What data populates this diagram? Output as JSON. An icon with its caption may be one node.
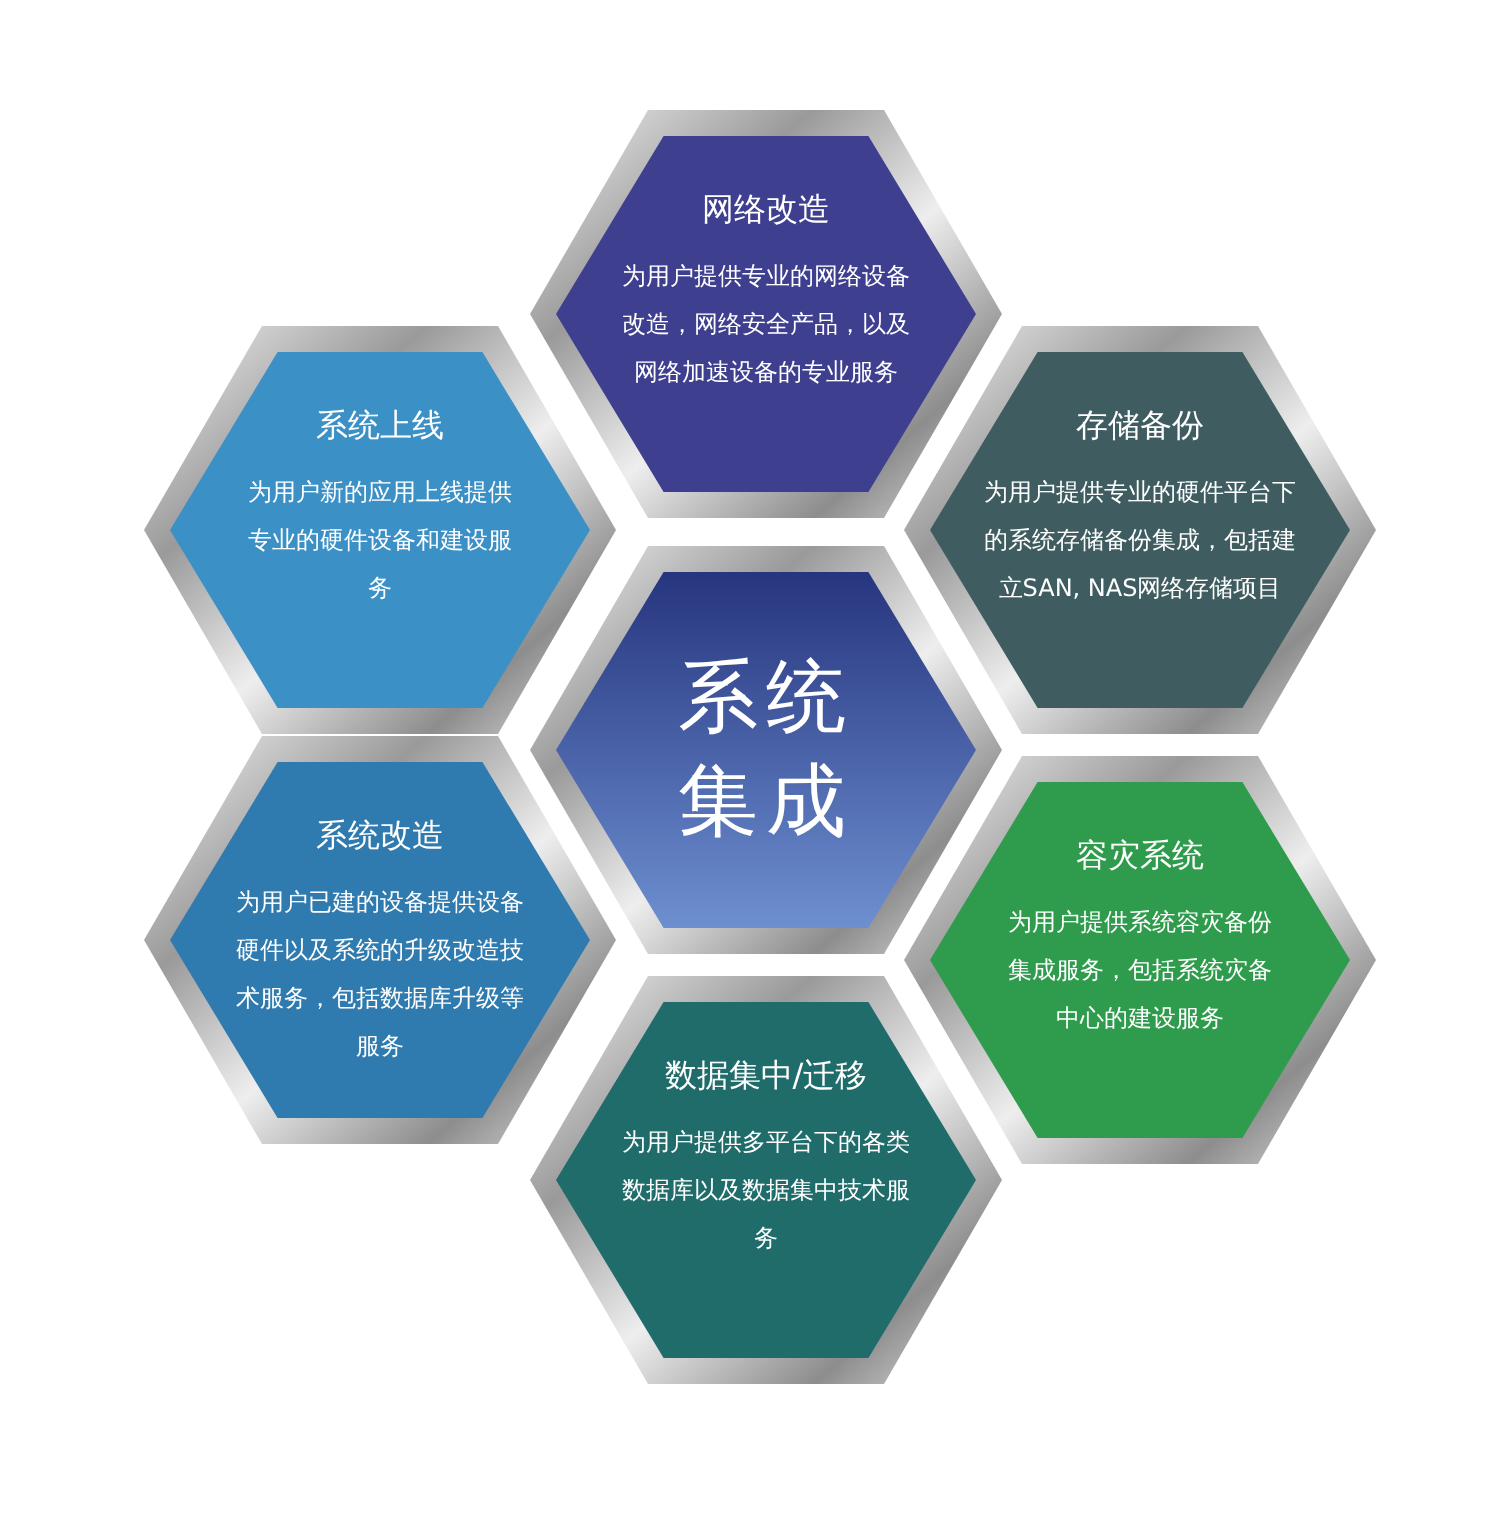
{
  "diagram": {
    "nodes": [
      {
        "text": [
          "网络改造",
          "为用户提供专业的网络设备改造，网络安全产品，以及网络加速设备的专业服务"
        ]
      },
      {
        "text": [
          "系统上线",
          "为用户新的应用上线提供专业的硬件设备和建设服务"
        ]
      },
      {
        "text": [
          "存储备份",
          "为用户提供专业的硬件平台下的系统存储备份集成，包括建立SAN, NAS网络存储项目"
        ]
      },
      {
        "text": [
          "系统集成"
        ]
      },
      {
        "text": [
          "系统改造",
          "为用户已建的设备提供设备硬件以及系统的升级改造技术服务，包括数据库升级等服务"
        ]
      },
      {
        "text": [
          "容灾系统",
          "为用户提供系统容灾备份集成服务，包括系统灾备中心的建设服务"
        ]
      },
      {
        "text": [
          "数据集中/迁移",
          "为用户提供多平台下的各类数据库以及数据集中技术服务"
        ]
      }
    ]
  }
}
